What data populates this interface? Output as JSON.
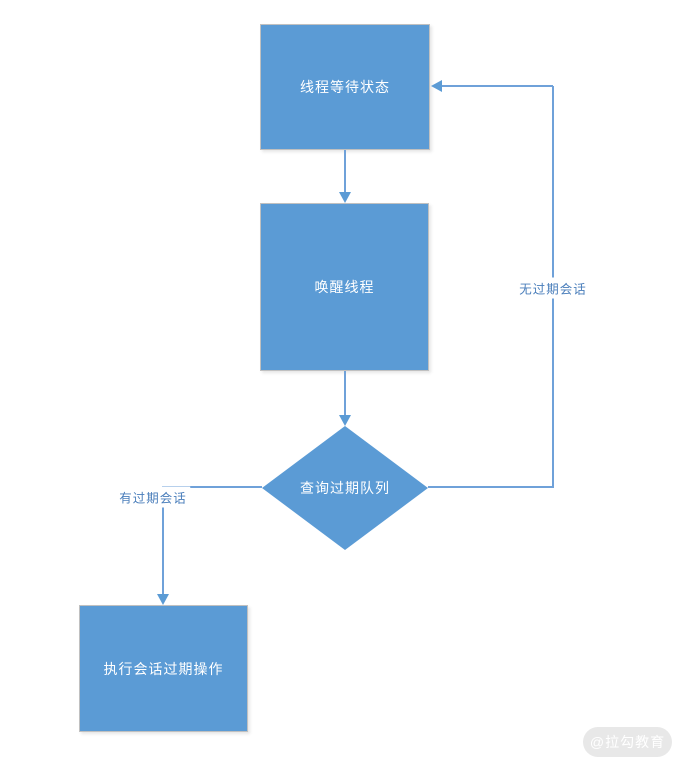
{
  "diagram": {
    "nodes": [
      {
        "id": "thread-wait-state",
        "type": "process",
        "label": "线程等待状态"
      },
      {
        "id": "wake-thread",
        "type": "process",
        "label": "唤醒线程"
      },
      {
        "id": "query-expired-queue",
        "type": "decision",
        "label": "查询过期队列"
      },
      {
        "id": "execute-session-expire",
        "type": "process",
        "label": "执行会话过期操作"
      }
    ],
    "edges": [
      {
        "from": "thread-wait-state",
        "to": "wake-thread",
        "label": ""
      },
      {
        "from": "wake-thread",
        "to": "query-expired-queue",
        "label": ""
      },
      {
        "from": "query-expired-queue",
        "to": "execute-session-expire",
        "label": "有过期会话"
      },
      {
        "from": "query-expired-queue",
        "to": "thread-wait-state",
        "label": "无过期会话"
      }
    ],
    "edge_labels": {
      "has_expired": "有过期会话",
      "no_expired": "无过期会话"
    },
    "colors": {
      "node_fill": "#5b9bd5",
      "node_text": "#ffffff",
      "node_border": "#c0c0c0",
      "line": "#6fa1d9",
      "edge_label_text": "#4a7ebb",
      "background": "#ffffff",
      "watermark_bg": "#e8e8e8",
      "watermark_text": "#ffffff"
    }
  },
  "watermark": {
    "text": "@拉勾教育"
  }
}
